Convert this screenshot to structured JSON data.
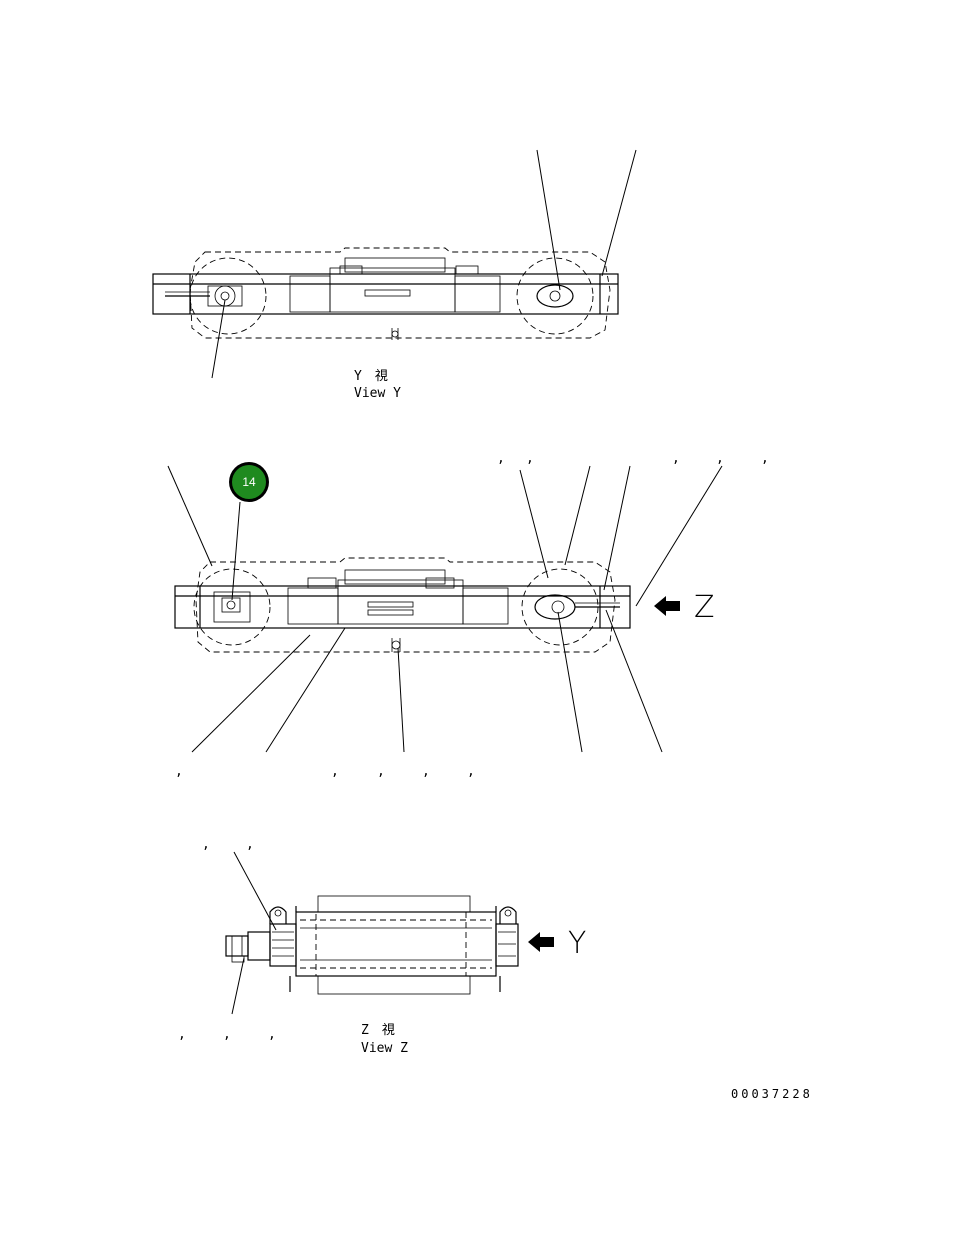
{
  "views": {
    "y": {
      "kanji": "Y　視",
      "english": "View Y"
    },
    "z": {
      "kanji": "Z　視",
      "english": "View Z"
    }
  },
  "arrows": {
    "z_letter": "Z",
    "y_letter": "Y"
  },
  "callout": {
    "number": "14",
    "color": "#1f8a1f"
  },
  "separators": {
    "middle_top": [
      ",",
      ",",
      ",",
      ",",
      ","
    ],
    "middle_bottom": [
      ",",
      ",",
      ",",
      ",",
      ","
    ],
    "lower_top": [
      ",",
      ","
    ],
    "lower_bottom": [
      ",",
      ",",
      ","
    ]
  },
  "doc_number": "00037228"
}
